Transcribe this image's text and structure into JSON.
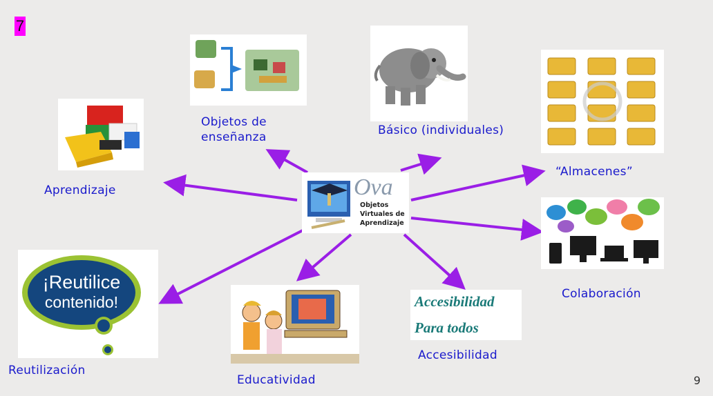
{
  "slide_badge": "7",
  "page_number": "9",
  "colors": {
    "arrow": "#9a1ee6",
    "label": "#1a1acc",
    "badge": "#ff00ff",
    "background": "#ecebea"
  },
  "center": {
    "logo_text": "Ova",
    "subtitle_line1": "Objetos",
    "subtitle_line2": "Virtuales de",
    "subtitle_line3": "Aprendizaje",
    "icon": "graduation-computer-icon"
  },
  "nodes": {
    "objetos": {
      "label": "Objetos de\nenseñanza",
      "icon": "puzzle-pieces-icon"
    },
    "basico": {
      "label": "Básico (individuales)",
      "icon": "elephant-icon"
    },
    "almacenes": {
      "label": "“Almacenes”",
      "icon": "folders-icon"
    },
    "aprendizaje": {
      "label": "Aprendizaje",
      "icon": "lego-bricks-icon"
    },
    "colaboracion": {
      "label": "Colaboración",
      "icon": "chat-devices-icon"
    },
    "reutilizacion": {
      "label": "Reutilización",
      "image_text_line1": "¡Reutilice",
      "image_text_line2": "contenido!",
      "icon": "speech-bubble-icon"
    },
    "educatividad": {
      "label": "Educatividad",
      "icon": "kids-computer-icon"
    },
    "accesibilidad": {
      "label": "Accesibilidad",
      "image_text_line1": "Accesibilidad",
      "image_text_line2": "Para todos"
    }
  }
}
